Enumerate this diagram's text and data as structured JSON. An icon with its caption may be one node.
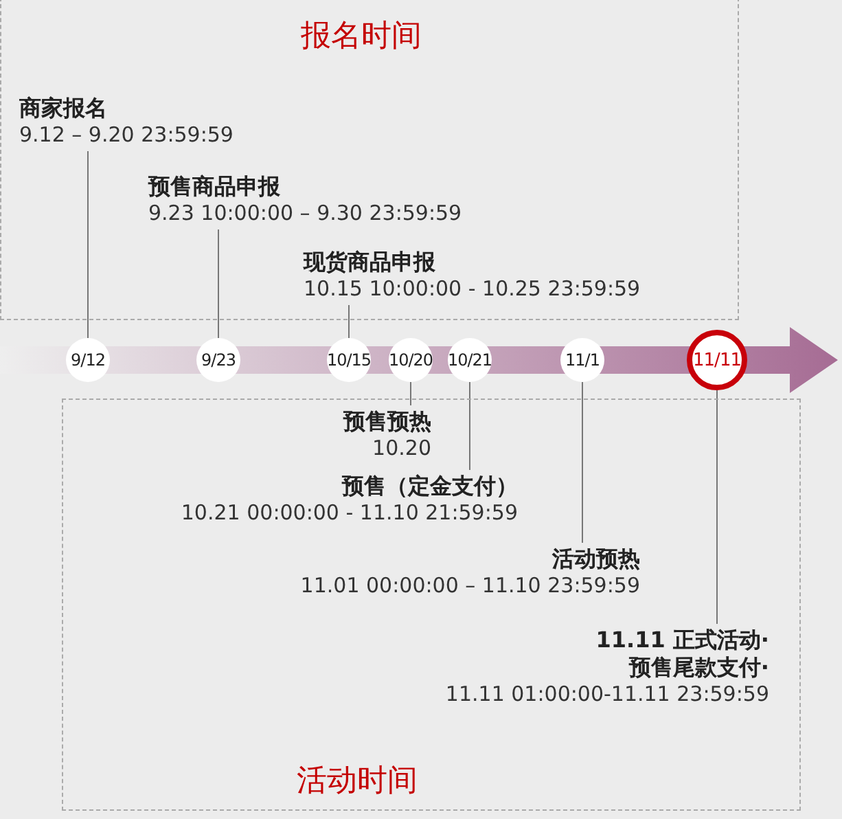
{
  "diagram": {
    "nodes": [
      {
        "text": [
          "报名时间"
        ]
      },
      {
        "text": [
          "商家报名",
          "9.12 – 9.20 23:59:59"
        ],
        "in": 0
      },
      {
        "text": [
          "预售商品申报",
          "9.23 10:00:00 – 9.30 23:59:59"
        ],
        "in": 0
      },
      {
        "text": [
          "现货商品申报",
          "10.15 10:00:00 - 10.25 23:59:59"
        ],
        "in": 0
      },
      {
        "text": [
          "活动时间"
        ]
      },
      {
        "text": [
          "预售预热",
          "10.20"
        ],
        "in": 4
      },
      {
        "text": [
          "预售（定金支付）",
          "10.21 00:00:00 - 11.10 21:59:59"
        ],
        "in": 4
      },
      {
        "text": [
          "活动预热",
          "11.01 00:00:00 – 11.10 23:59:59"
        ],
        "in": 4
      },
      {
        "text": [
          "11.11 正式活动·预售尾款支付·",
          "11.11 01:00:00-11.11 23:59:59"
        ],
        "in": 4
      },
      {
        "text": [
          "9/12"
        ]
      },
      {
        "text": [
          "9/23"
        ]
      },
      {
        "text": [
          "10/15"
        ]
      },
      {
        "text": [
          "10/20"
        ]
      },
      {
        "text": [
          "10/21"
        ]
      },
      {
        "text": [
          "11/1"
        ]
      },
      {
        "text": [
          "11/11"
        ]
      }
    ],
    "edges": [
      {
        "from": 1,
        "to": 9,
        "arrow": "none"
      },
      {
        "from": 2,
        "to": 10,
        "arrow": "none"
      },
      {
        "from": 3,
        "to": 11,
        "arrow": "none"
      },
      {
        "from": 5,
        "to": 12,
        "arrow": "none"
      },
      {
        "from": 6,
        "to": 13,
        "arrow": "none"
      },
      {
        "from": 7,
        "to": 14,
        "arrow": "none"
      },
      {
        "from": 8,
        "to": 15,
        "arrow": "none"
      }
    ]
  }
}
